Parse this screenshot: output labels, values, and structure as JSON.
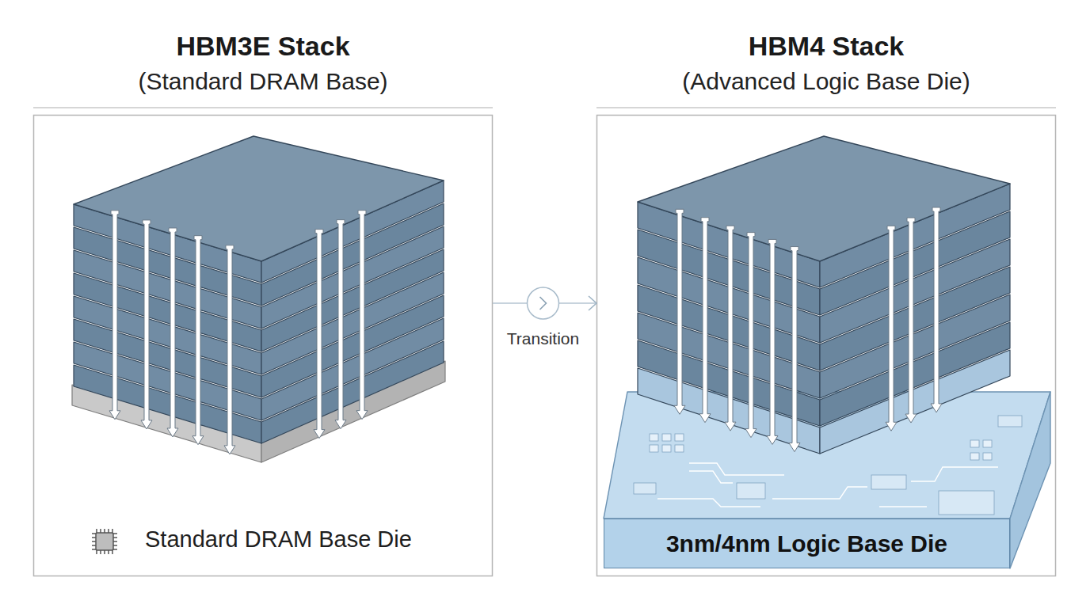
{
  "diagram": {
    "nodes": [
      {
        "text": [
          "HBM3E Stack",
          "(Standard DRAM Base)",
          "Standard DRAM Base Die"
        ]
      },
      {
        "text": [
          "HBM4 Stack",
          "(Advanced Logic Base Die)"
        ]
      },
      {
        "text": [
          "3nm/4nm Logic Base Die"
        ],
        "in": 1
      }
    ],
    "edges": [
      {
        "from": 0,
        "to": 1,
        "arrow": "to",
        "label": "Transition"
      }
    ]
  }
}
